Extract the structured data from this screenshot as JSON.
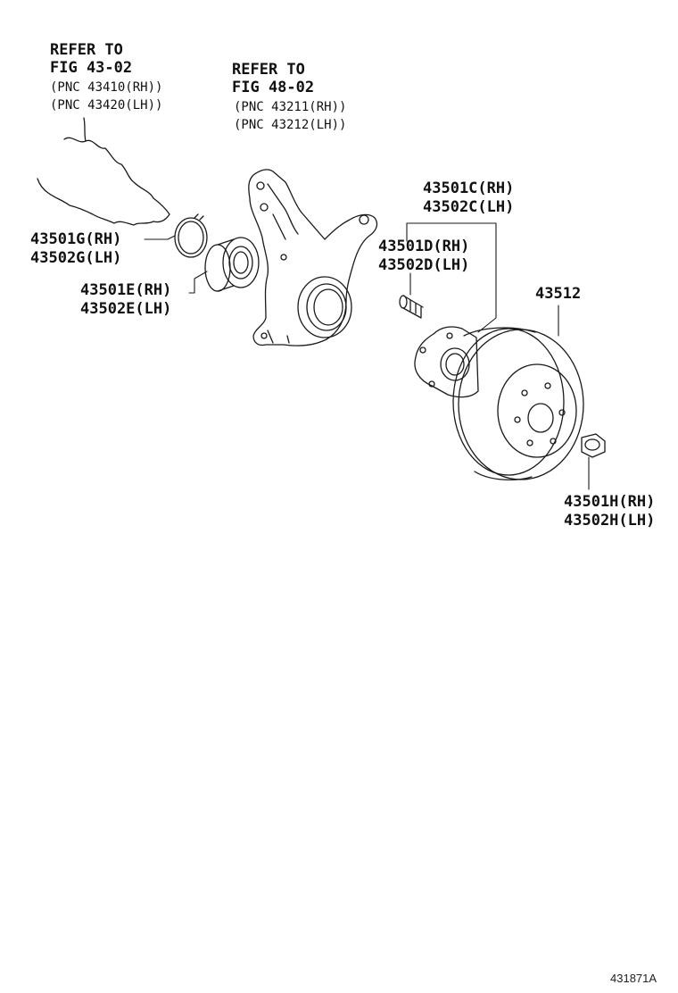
{
  "refs": {
    "left": {
      "line1": "REFER TO",
      "line2": "FIG 43-02",
      "pnc1": "(PNC 43410(RH))",
      "pnc2": "(PNC 43420(LH))"
    },
    "knuckle": {
      "line1": "REFER TO",
      "line2": "FIG 48-02",
      "pnc1": "(PNC 43211(RH))",
      "pnc2": "(PNC 43212(LH))"
    }
  },
  "parts": {
    "snap_ring": {
      "rh": "43501G(RH)",
      "lh": "43502G(LH)"
    },
    "bearing": {
      "rh": "43501E(RH)",
      "lh": "43502E(LH)"
    },
    "hub": {
      "rh": "43501C(RH)",
      "lh": "43502C(LH)"
    },
    "hub_bolt": {
      "rh": "43501D(RH)",
      "lh": "43502D(LH)"
    },
    "disc": {
      "number": "43512"
    },
    "hub_nut": {
      "rh": "43501H(RH)",
      "lh": "43502H(LH)"
    }
  },
  "figure_id": "431871A"
}
